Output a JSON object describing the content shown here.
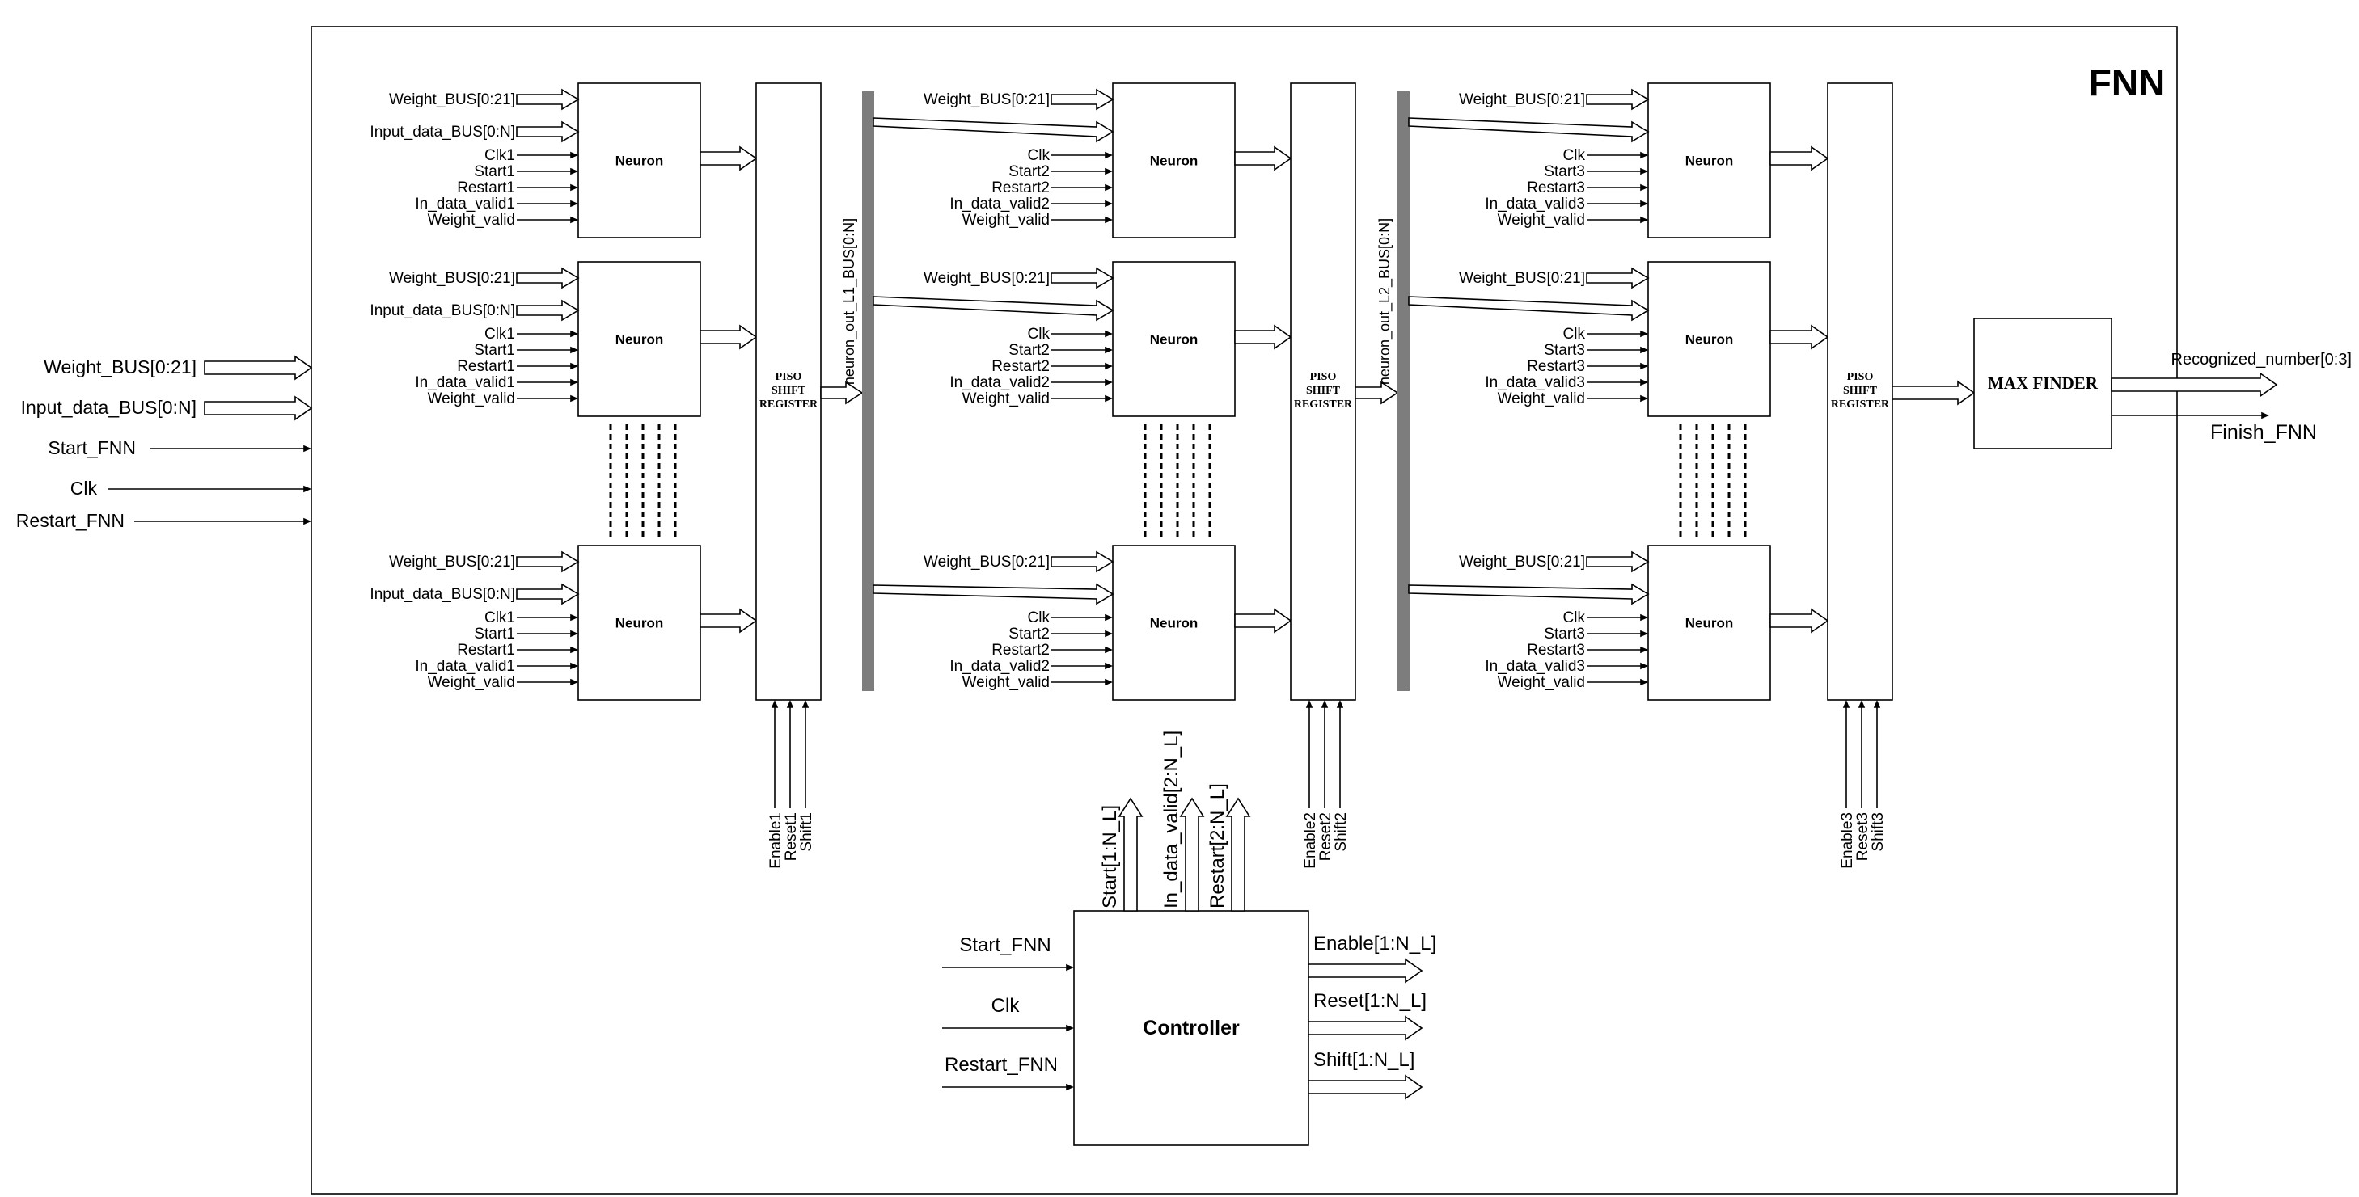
{
  "title": "FNN",
  "external_inputs": {
    "weight_bus": "Weight_BUS[0:21]",
    "input_data_bus": "Input_data_BUS[0:N]",
    "start": "Start_FNN",
    "clk": "Clk",
    "restart": "Restart_FNN"
  },
  "neuron_label": "Neuron",
  "layers": [
    {
      "neurons": [
        {
          "inputs": [
            "Weight_BUS[0:21]",
            "Input_data_BUS[0:N]",
            "Clk1",
            "Start1",
            "Restart1",
            "In_data_valid1",
            "Weight_valid"
          ]
        },
        {
          "inputs": [
            "Weight_BUS[0:21]",
            "Input_data_BUS[0:N]",
            "Clk1",
            "Start1",
            "Restart1",
            "In_data_valid1",
            "Weight_valid"
          ]
        },
        {
          "inputs": [
            "Weight_BUS[0:21]",
            "Input_data_BUS[0:N]",
            "Clk1",
            "Start1",
            "Restart1",
            "In_data_valid1",
            "Weight_valid"
          ]
        }
      ],
      "piso": [
        "PISO",
        "SHIFT",
        "REGISTER"
      ],
      "piso_controls": [
        "Enable1",
        "Reset1",
        "Shift1"
      ],
      "bus_label": "neuron_out_L1_BUS[0:N]"
    },
    {
      "neurons": [
        {
          "inputs": [
            "Weight_BUS[0:21]",
            "",
            "Clk",
            "Start2",
            "Restart2",
            "In_data_valid2",
            "Weight_valid"
          ]
        },
        {
          "inputs": [
            "Weight_BUS[0:21]",
            "",
            "Clk",
            "Start2",
            "Restart2",
            "In_data_valid2",
            "Weight_valid"
          ]
        },
        {
          "inputs": [
            "Weight_BUS[0:21]",
            "",
            "Clk",
            "Start2",
            "Restart2",
            "In_data_valid2",
            "Weight_valid"
          ]
        }
      ],
      "piso": [
        "PISO",
        "SHIFT",
        "REGISTER"
      ],
      "piso_controls": [
        "Enable2",
        "Reset2",
        "Shift2"
      ],
      "bus_label": "neuron_out_L2_BUS[0:N]"
    },
    {
      "neurons": [
        {
          "inputs": [
            "Weight_BUS[0:21]",
            "",
            "Clk",
            "Start3",
            "Restart3",
            "In_data_valid3",
            "Weight_valid"
          ]
        },
        {
          "inputs": [
            "Weight_BUS[0:21]",
            "",
            "Clk",
            "Start3",
            "Restart3",
            "In_data_valid3",
            "Weight_valid"
          ]
        },
        {
          "inputs": [
            "Weight_BUS[0:21]",
            "",
            "Clk",
            "Start3",
            "Restart3",
            "In_data_valid3",
            "Weight_valid"
          ]
        }
      ],
      "piso": [
        "PISO",
        "SHIFT",
        "REGISTER"
      ],
      "piso_controls": [
        "Enable3",
        "Reset3",
        "Shift3"
      ],
      "bus_label": ""
    }
  ],
  "max_finder": {
    "label": "MAX FINDER",
    "output_bus": "Recognized_number[0:3]",
    "finish": "Finish_FNN"
  },
  "controller": {
    "label": "Controller",
    "inputs": [
      "Start_FNN",
      "Clk",
      "Restart_FNN"
    ],
    "top_outputs": [
      "Start[1:N_L]",
      "In_data_valid[2:N_L]",
      "Restart[2:N_L]"
    ],
    "right_outputs": [
      "Enable[1:N_L]",
      "Reset[1:N_L]",
      "Shift[1:N_L]"
    ]
  }
}
